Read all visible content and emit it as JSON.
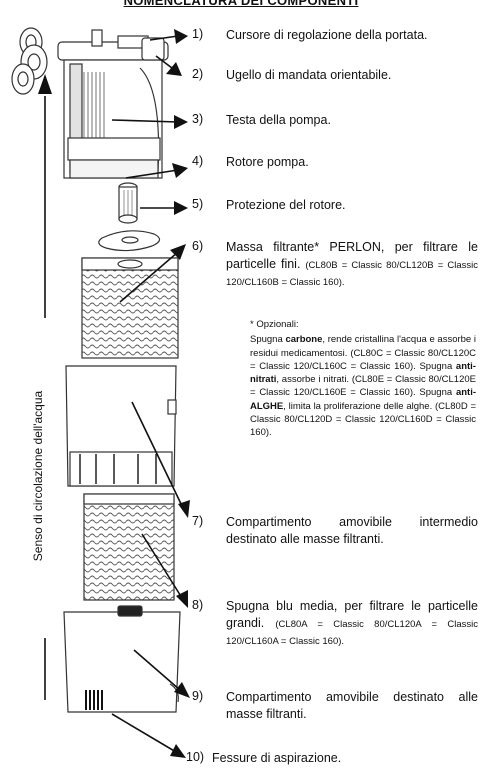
{
  "title": "NOMENCLATURA DEI COMPONENTI",
  "flow_label": "Senso di circolazione dell'acqua",
  "items": [
    {
      "num": "1)",
      "text": "Cursore di regolazione della portata."
    },
    {
      "num": "2)",
      "text": "Ugello di mandata orientabile."
    },
    {
      "num": "3)",
      "text": "Testa della pompa."
    },
    {
      "num": "4)",
      "text": "Rotore pompa."
    },
    {
      "num": "5)",
      "text": "Protezione del rotore."
    },
    {
      "num": "6)",
      "text": "Massa filtrante* PERLON, per filtrare le particelle fini.",
      "note": "(CL80B = Classic 80/CL120B = Classic 120/CL160B = Classic 160)."
    },
    {
      "num": "7)",
      "text": "Compartimento amovibile intermedio destinato alle masse filtranti."
    },
    {
      "num": "8)",
      "text": "Spugna blu media, per filtrare le particelle grandi.",
      "note": "(CL80A = Classic 80/CL120A = Classic 120/CL160A = Classic 160)."
    },
    {
      "num": "9)",
      "text": "Compartimento amovibile destinato alle masse filtranti."
    },
    {
      "num": "10)",
      "text": "Fessure di aspirazione."
    }
  ],
  "optional": {
    "heading": "* Opzionali:",
    "carbon": {
      "pre": "Spugna ",
      "bold": "carbone",
      "post": ", rende cristallina l'acqua e assorbe i residui medicamentosi. (CL80C = Classic 80/CL120C = Classic 120/CL160C = Classic 160)."
    },
    "nitrate": {
      "pre": " Spugna ",
      "bold": "anti-nitrati",
      "post": ", assorbe i nitrati. (CL80E = Classic 80/CL120E = Classic 120/CL160E = Classic 160)."
    },
    "algae": {
      "pre": " Spugna ",
      "bold": "anti-ALGHE",
      "post": ", limita la proliferazione delle alghe. (CL80D = Classic 80/CL120D = Classic 120/CL160D = Classic 160)."
    }
  }
}
